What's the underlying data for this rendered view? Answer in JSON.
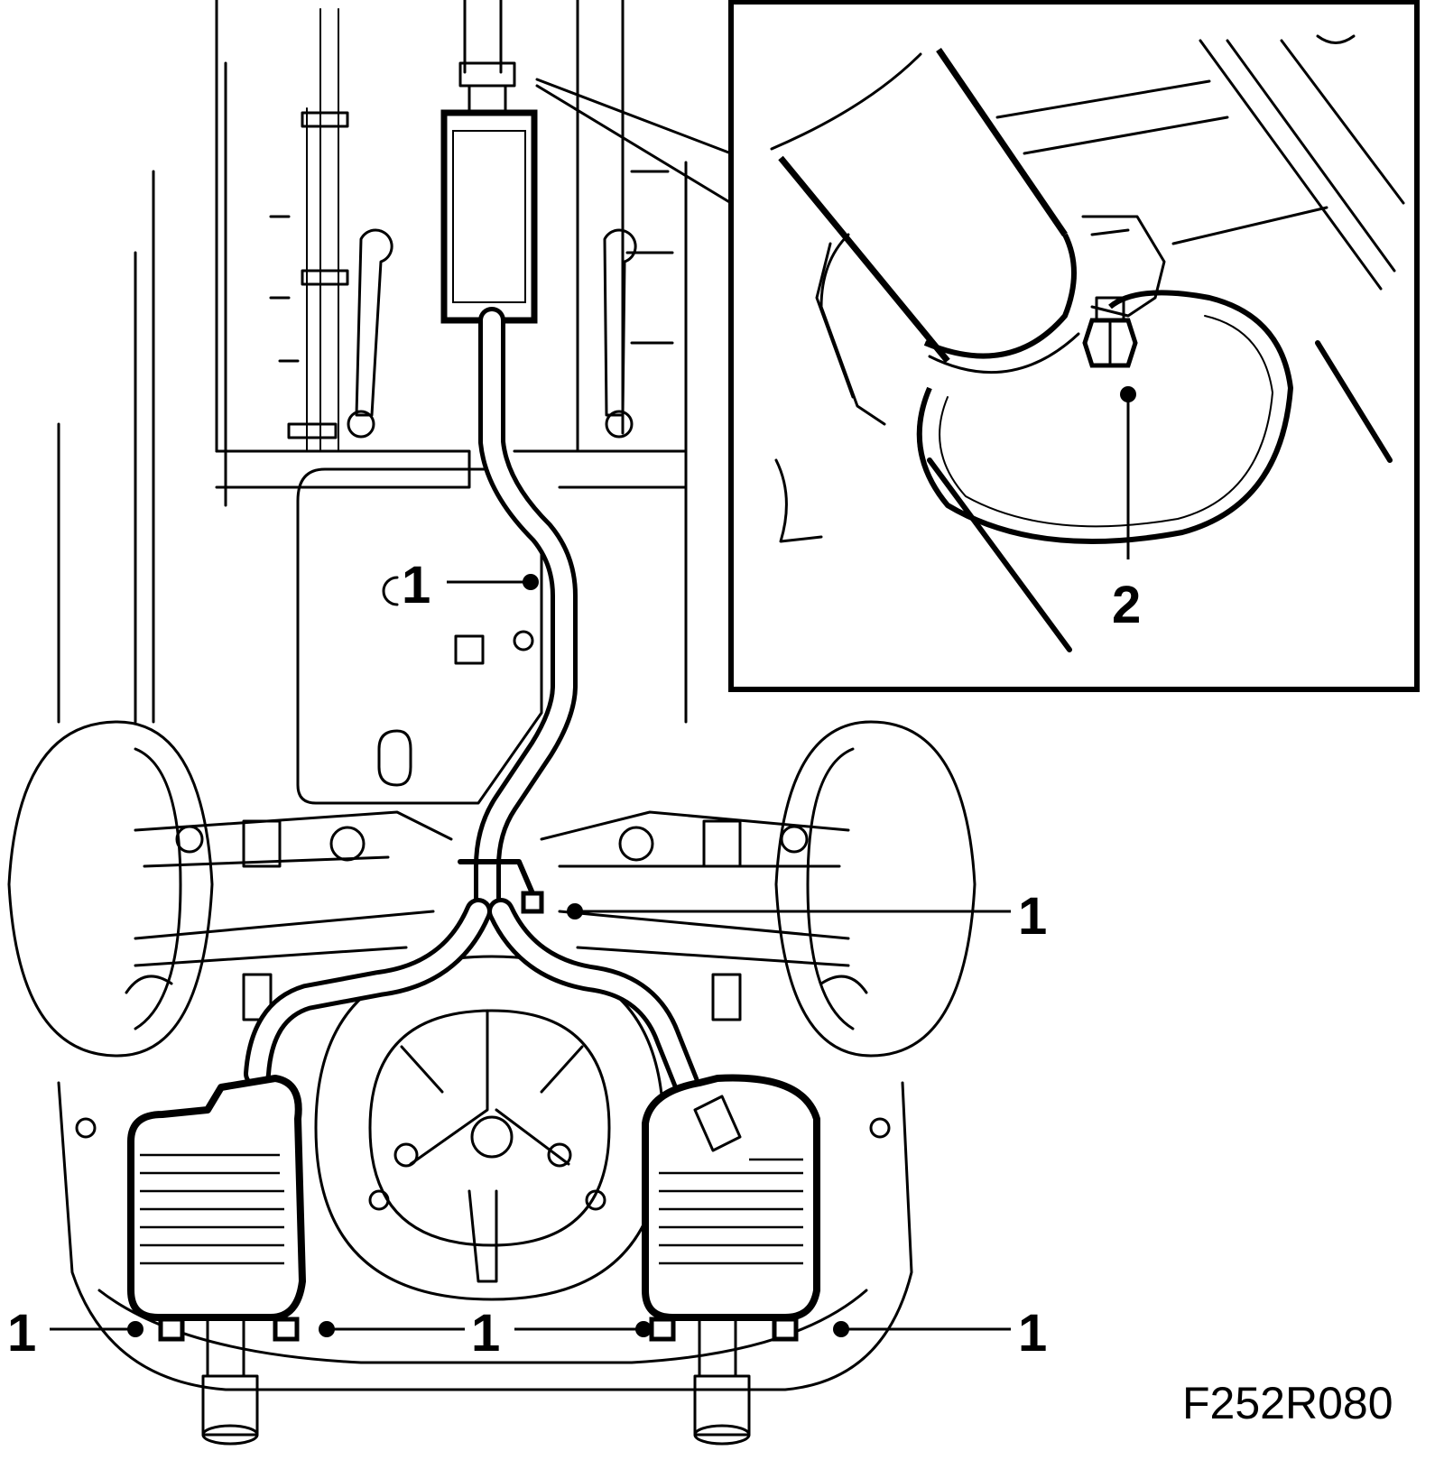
{
  "figure_code": "F252R080",
  "callouts": {
    "c1": "1",
    "c2": "1",
    "c3": "1",
    "c4": "1",
    "c5": "1",
    "inset": "2"
  },
  "icons": {
    "hanger": "rubber-hanger-icon",
    "nut": "hex-nut-icon",
    "wheel": "wheel-icon"
  }
}
